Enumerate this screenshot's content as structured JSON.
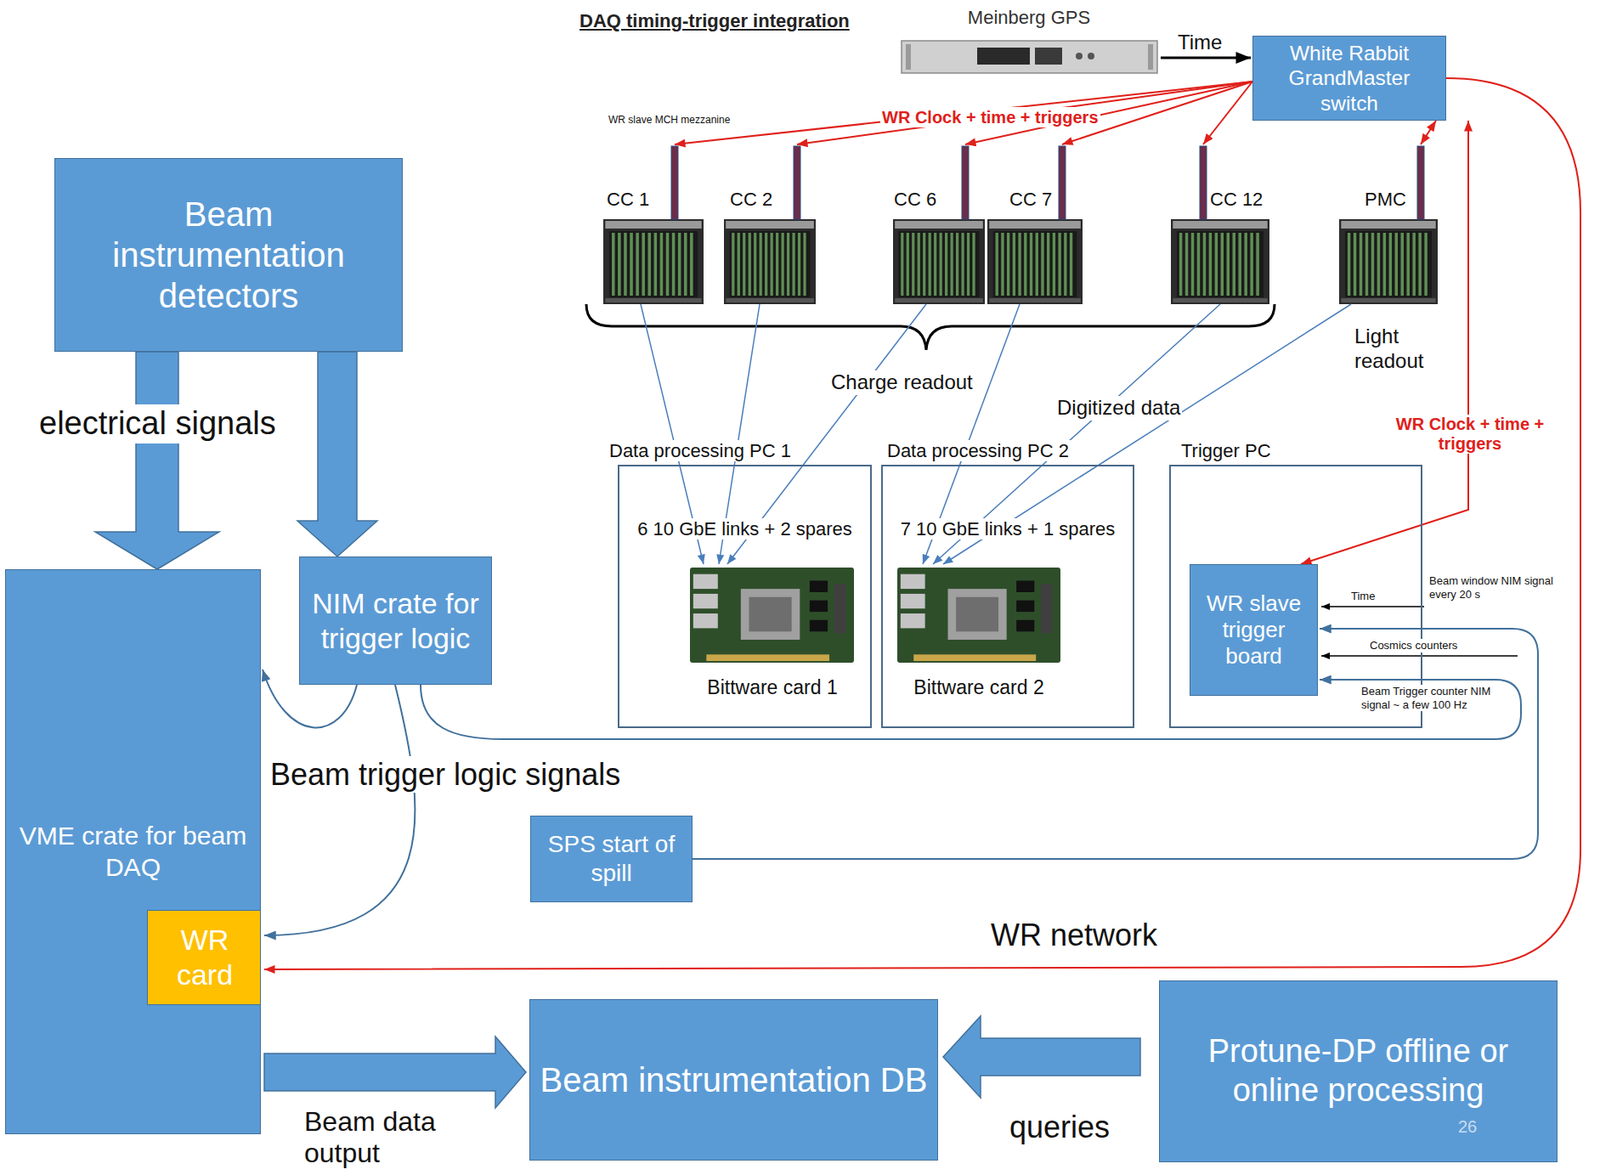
{
  "diagram": {
    "title": "DAQ timing-trigger integration",
    "nodes": [
      {
        "text": [
          "Beam instrumentation detectors"
        ]
      },
      {
        "text": [
          "VME crate for beam DAQ"
        ]
      },
      {
        "text": [
          "WR card"
        ],
        "in": 1
      },
      {
        "text": [
          "NIM crate for trigger logic"
        ]
      },
      {
        "text": [
          "SPS start of spill"
        ]
      },
      {
        "text": [
          "Beam instrumentation DB"
        ]
      },
      {
        "text": [
          "Protune-DP offline or online processing"
        ]
      },
      {
        "text": [
          "Meinberg GPS"
        ]
      },
      {
        "text": [
          "White Rabbit GrandMaster switch"
        ]
      },
      {
        "text": [
          "CC 1"
        ]
      },
      {
        "text": [
          "CC 2"
        ]
      },
      {
        "text": [
          "CC 6"
        ]
      },
      {
        "text": [
          "CC 7"
        ]
      },
      {
        "text": [
          "CC 12"
        ]
      },
      {
        "text": [
          "PMC"
        ]
      },
      {
        "text": [
          "Data processing PC 1",
          "6 10 GbE links + 2 spares"
        ]
      },
      {
        "text": [
          "Bittware card 1"
        ],
        "in": 15
      },
      {
        "text": [
          "Data processing PC 2",
          "7 10 GbE links + 1 spares"
        ]
      },
      {
        "text": [
          "Bittware card 2"
        ],
        "in": 17
      },
      {
        "text": [
          "Trigger PC"
        ]
      },
      {
        "text": [
          "WR slave trigger board"
        ],
        "in": 19
      }
    ],
    "edges": [
      {
        "from": 0,
        "to": 1,
        "arrow": "to"
      },
      {
        "from": 0,
        "to": 3,
        "arrow": "to"
      },
      {
        "from": 3,
        "to": 1,
        "arrow": "to"
      },
      {
        "from": 3,
        "to": 2,
        "arrow": "to"
      },
      {
        "from": 3,
        "to": 20,
        "arrow": "to"
      },
      {
        "from": 4,
        "to": 20,
        "arrow": "to"
      },
      {
        "from": 1,
        "to": 5,
        "arrow": "to",
        "label": "Beam data output"
      },
      {
        "from": 6,
        "to": 5,
        "arrow": "to",
        "label": "queries"
      },
      {
        "from": 7,
        "to": 8,
        "arrow": "to",
        "label": "Time"
      },
      {
        "from": 8,
        "to": 9,
        "arrow": "to"
      },
      {
        "from": 8,
        "to": 10,
        "arrow": "to"
      },
      {
        "from": 8,
        "to": 11,
        "arrow": "to"
      },
      {
        "from": 8,
        "to": 12,
        "arrow": "to"
      },
      {
        "from": 8,
        "to": 13,
        "arrow": "to"
      },
      {
        "from": 8,
        "to": 14,
        "arrow": "both"
      },
      {
        "from": 8,
        "to": 20,
        "arrow": "both",
        "label": "WR Clock + time + triggers"
      },
      {
        "from": 8,
        "to": 2,
        "arrow": "to",
        "label": "WR network"
      },
      {
        "from": 9,
        "to": 16,
        "arrow": "to"
      },
      {
        "from": 10,
        "to": 16,
        "arrow": "to"
      },
      {
        "from": 11,
        "to": 16,
        "arrow": "to"
      },
      {
        "from": 12,
        "to": 18,
        "arrow": "to"
      },
      {
        "from": 13,
        "to": 18,
        "arrow": "to"
      },
      {
        "from": 14,
        "to": 18,
        "arrow": "to"
      }
    ],
    "labels": [
      "electrical signals",
      "Beam trigger logic signals",
      "WR slave MCH mezzanine",
      "WR Clock + time + triggers",
      "Charge readout",
      "Digitized data",
      "Light readout",
      "Beam window NIM signal every 20 s",
      "Time",
      "Cosmics counters",
      "Beam Trigger counter NIM signal ~ a few 100 Hz",
      "26"
    ]
  }
}
